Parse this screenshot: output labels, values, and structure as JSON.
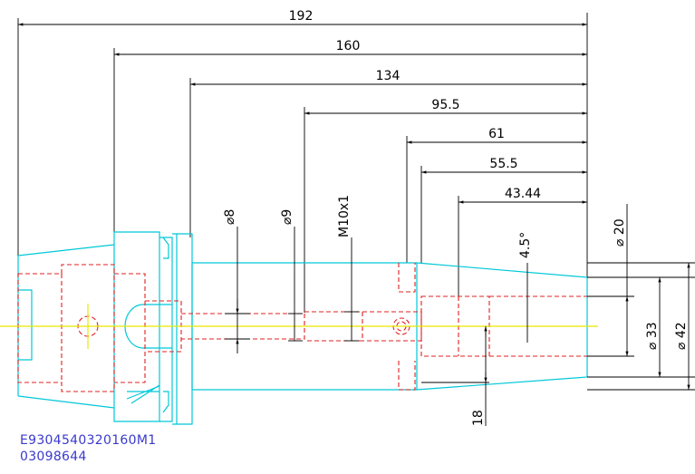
{
  "drawing": {
    "top_dimensions": {
      "d192": "192",
      "d160": "160",
      "d134": "134",
      "d95_5": "95.5",
      "d61": "61",
      "d55_5": "55.5",
      "d43_44": "43.44"
    },
    "vertical_labels": {
      "dia8": "⌀8",
      "dia9": "⌀9",
      "m10": "M10x1",
      "taper": "4.5°",
      "dia20": "⌀ 20",
      "dia33": "⌀ 33",
      "dia42": "⌀ 42",
      "d18": "18"
    },
    "part_code": "E9304540320160M1",
    "serial_number": "03098644"
  },
  "colors": {
    "outline": "#00c8d8",
    "hidden": "#e02020",
    "centerline": "#e8e800",
    "dimension": "#000000",
    "code_text": "#3a3acc"
  }
}
